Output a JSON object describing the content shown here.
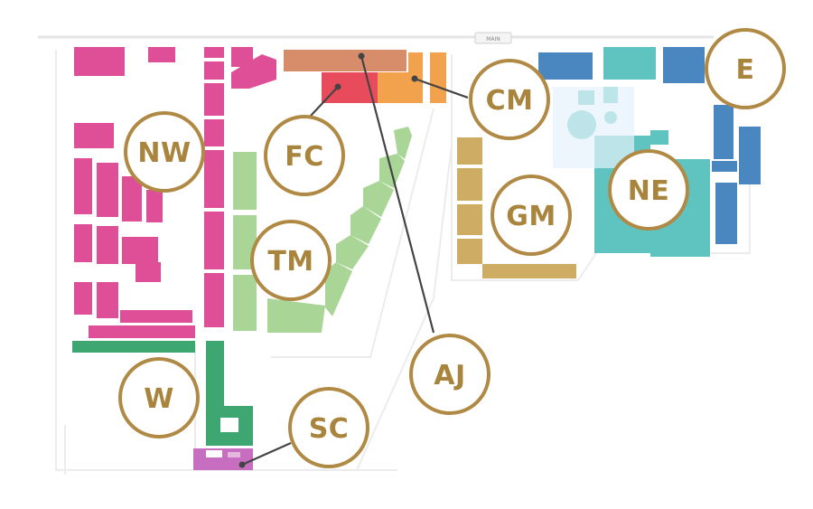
{
  "colors": {
    "NW": "#df4f97",
    "FC": "#e84c5c",
    "AJ": "#d78c6a",
    "CM": "#f2a24d",
    "TM": "#a9d696",
    "W": "#3ea771",
    "SC": "#c86ec0",
    "GM": "#cfac63",
    "NE": "#5fc3c0",
    "E": "#4a86bf",
    "ring": "#b08a45",
    "label": "#a8843c",
    "circle_fill": "#ffffff",
    "leader": "#444444",
    "road": "#e4e4e4"
  },
  "sign": {
    "text": "MAIN"
  },
  "zones": [
    {
      "id": "NW",
      "label": "NW"
    },
    {
      "id": "FC",
      "label": "FC"
    },
    {
      "id": "CM",
      "label": "CM"
    },
    {
      "id": "E",
      "label": "E"
    },
    {
      "id": "GM",
      "label": "GM"
    },
    {
      "id": "NE",
      "label": "NE"
    },
    {
      "id": "TM",
      "label": "TM"
    },
    {
      "id": "AJ",
      "label": "AJ"
    },
    {
      "id": "W",
      "label": "W"
    },
    {
      "id": "SC",
      "label": "SC"
    }
  ]
}
